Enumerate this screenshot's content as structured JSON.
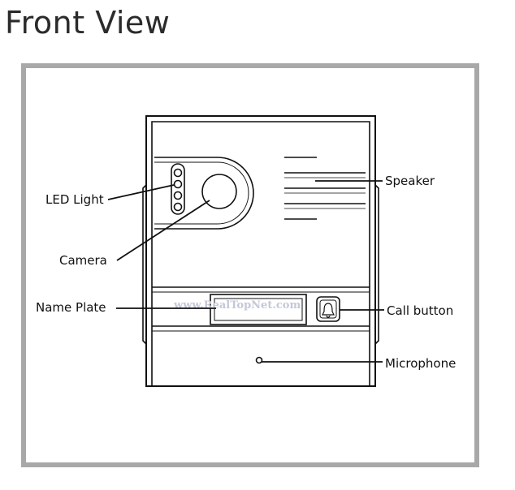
{
  "title": "Front View",
  "labels": {
    "led_light": "LED Light",
    "camera": "Camera",
    "name_plate": "Name Plate",
    "speaker": "Speaker",
    "call_button": "Call button",
    "microphone": "Microphone"
  },
  "watermark": "www.RealTopNet.com",
  "colors": {
    "frame": "#a8a8a8",
    "line": "#111111"
  }
}
